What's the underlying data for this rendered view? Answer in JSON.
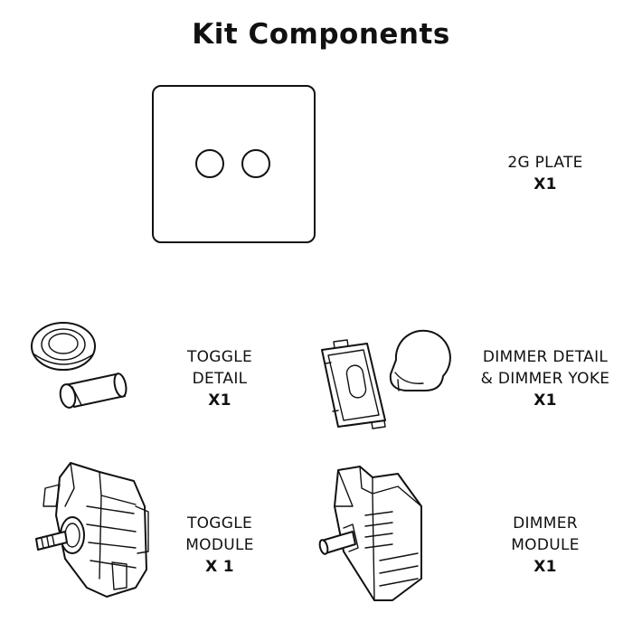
{
  "title": "Kit Components",
  "components": [
    {
      "name_lines": [
        "2G PLATE"
      ],
      "quantity": "X1"
    },
    {
      "name_lines": [
        "TOGGLE",
        "DETAIL"
      ],
      "quantity": "X1"
    },
    {
      "name_lines": [
        "DIMMER DETAIL",
        "& DIMMER YOKE"
      ],
      "quantity": "X1"
    },
    {
      "name_lines": [
        "TOGGLE",
        "MODULE"
      ],
      "quantity": "X 1"
    },
    {
      "name_lines": [
        "DIMMER",
        "MODULE"
      ],
      "quantity": "X1"
    }
  ],
  "colors": {
    "line": "#111111",
    "background": "#ffffff"
  }
}
